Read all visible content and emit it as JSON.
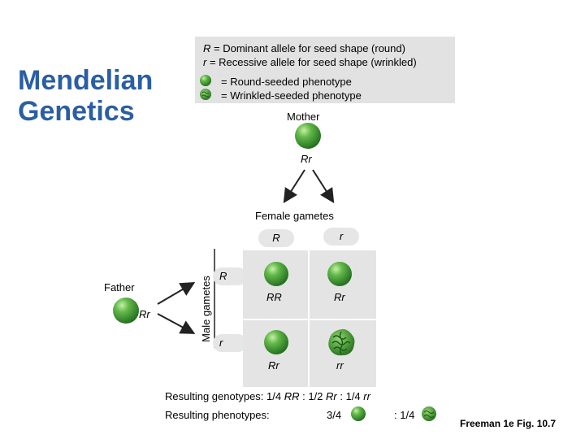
{
  "title": "Mendelian Genetics",
  "legend": {
    "dominant_symbol": "R",
    "dominant_text": " = Dominant allele for seed shape (round)",
    "recessive_symbol": "r",
    "recessive_text": " = Recessive allele for seed shape (wrinkled)",
    "round_text": "= Round-seeded phenotype",
    "wrinkled_text": "= Wrinkled-seeded phenotype"
  },
  "mother": {
    "label": "Mother",
    "genotype": "Rr"
  },
  "father": {
    "label": "Father",
    "genotype": "Rr"
  },
  "female_gametes": {
    "label": "Female gametes",
    "alleles": [
      "R",
      "r"
    ]
  },
  "male_gametes": {
    "label": "Male gametes",
    "alleles": [
      "R",
      "r"
    ]
  },
  "punnett": {
    "cells": [
      {
        "genotype": "RR",
        "phenotype": "round"
      },
      {
        "genotype": "Rr",
        "phenotype": "round"
      },
      {
        "genotype": "Rr",
        "phenotype": "round"
      },
      {
        "genotype": "rr",
        "phenotype": "wrinkled"
      }
    ]
  },
  "results": {
    "genotypes_prefix": "Resulting genotypes: 1/4 ",
    "genotypes_g1": "RR",
    "genotypes_mid1": " : 1/2 ",
    "genotypes_g2": "Rr",
    "genotypes_mid2": " : 1/4 ",
    "genotypes_g3": "rr",
    "phenotypes_label": "Resulting phenotypes:",
    "round_ratio": "3/4",
    "wrinkled_ratio": ": 1/4"
  },
  "citation": "Freeman 1e Fig. 10.7",
  "colors": {
    "title": "#2b5ea3",
    "legend_bg": "#e2e2e2",
    "grid_bg": "#e4e4e4",
    "seed_green": "#3f9a34"
  },
  "icons": [
    "round-seed-icon",
    "wrinkled-seed-icon",
    "arrow-icon"
  ]
}
